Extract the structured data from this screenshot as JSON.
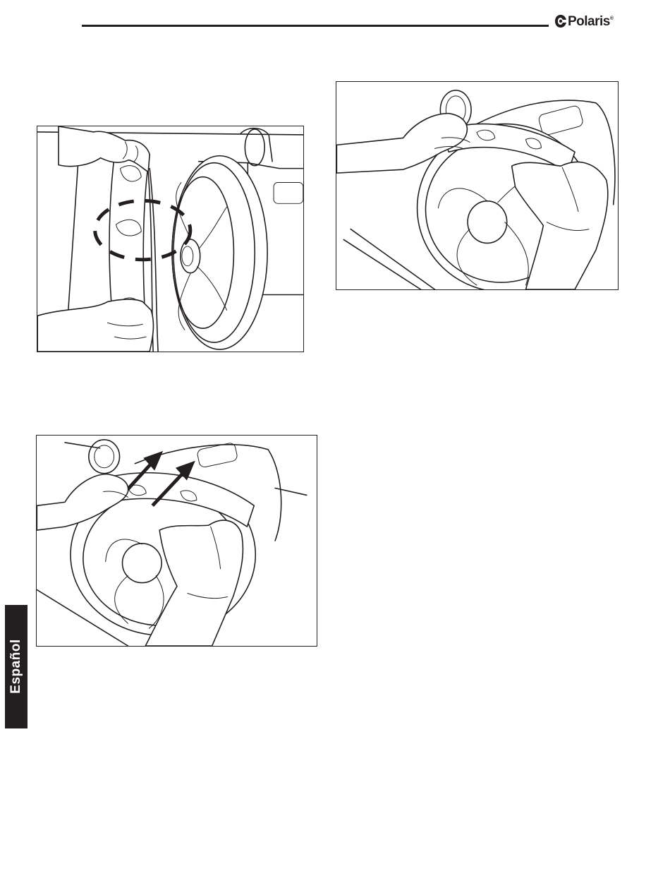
{
  "header": {
    "brand": "Polaris",
    "brand_mark": "®"
  },
  "side_tab": {
    "label": "Español"
  },
  "figures": [
    {
      "id": "fig1",
      "icon": "tire-removal-illustration"
    },
    {
      "id": "fig2",
      "icon": "tire-install-illustration"
    },
    {
      "id": "fig3",
      "icon": "tire-push-arrows-illustration"
    }
  ]
}
